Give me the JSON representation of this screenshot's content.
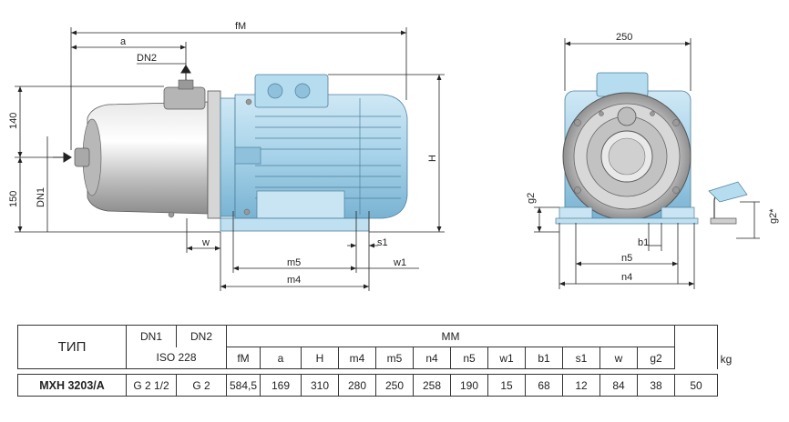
{
  "drawing_labels": {
    "fM": "fM",
    "a": "a",
    "DN2": "DN2",
    "DN1": "DN1",
    "h140": "140",
    "h150": "150",
    "H": "H",
    "w": "w",
    "s1": "s1",
    "w1": "w1",
    "m5": "m5",
    "m4": "m4",
    "d250": "250",
    "g2": "g2",
    "g2star": "g2*",
    "b1": "b1",
    "n5": "n5",
    "n4": "n4"
  },
  "table": {
    "tip_label": "ТИП",
    "dn1_label": "DN1",
    "dn2_label": "DN2",
    "iso_label": "ISO 228",
    "mm_label": "MM",
    "kg_label": "kg",
    "columns": [
      "fM",
      "a",
      "H",
      "m4",
      "m5",
      "n4",
      "n5",
      "w1",
      "b1",
      "s1",
      "w",
      "g2"
    ],
    "row": {
      "model": "MXH 3203/A",
      "dn1": "G 2 1/2",
      "dn2": "G 2",
      "values": [
        "584,5",
        "169",
        "310",
        "280",
        "250",
        "258",
        "190",
        "15",
        "68",
        "12",
        "84",
        "38"
      ],
      "kg": "50"
    }
  },
  "colors": {
    "motor_blue": "#a9d4ea",
    "motor_dark": "#6fa9c9",
    "steel": "#c9c9c9",
    "steel_dark": "#8a8a8a"
  }
}
